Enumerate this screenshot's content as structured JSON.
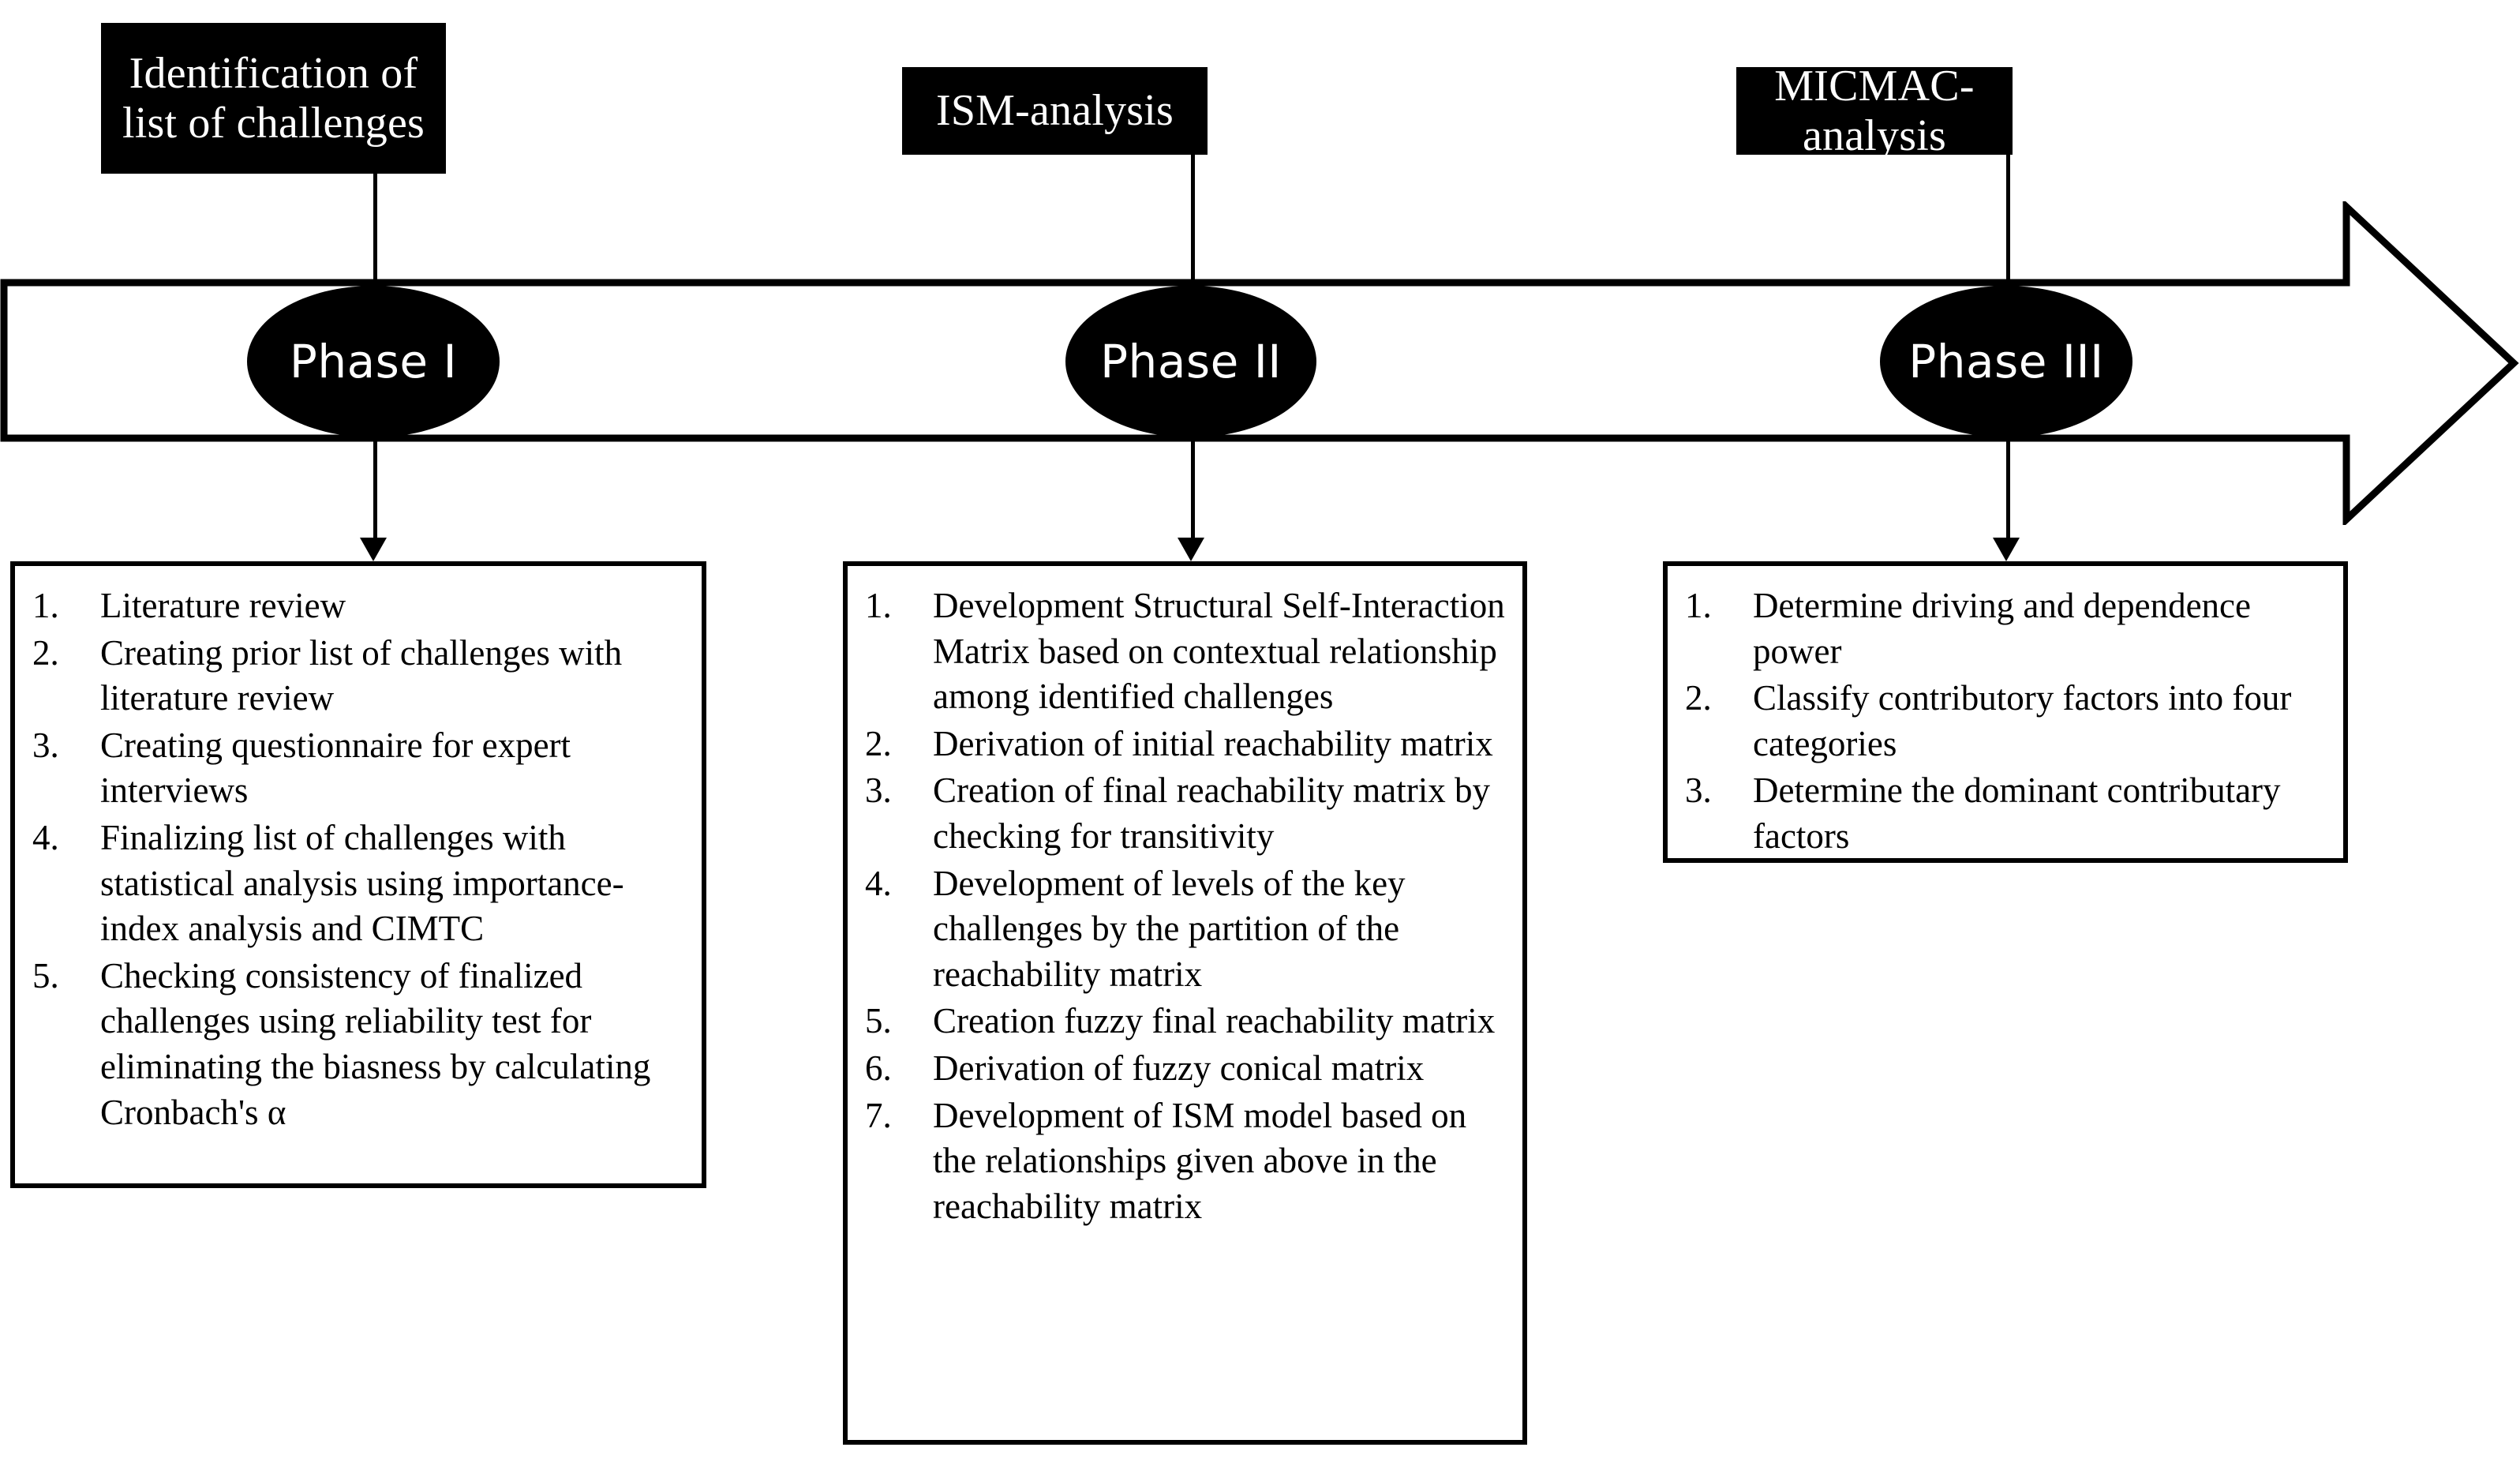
{
  "diagram": {
    "title": "Research methodology phases flowchart",
    "colors": {
      "fill": "#000000",
      "text_on_fill": "#ffffff",
      "stroke": "#000000",
      "background": "#ffffff"
    },
    "headers": [
      {
        "label": "Identification of list of challenges"
      },
      {
        "label": "ISM-analysis"
      },
      {
        "label": "MICMAC-analysis"
      }
    ],
    "phases": [
      {
        "label": "Phase I"
      },
      {
        "label": "Phase II"
      },
      {
        "label": "Phase III"
      }
    ],
    "steps": [
      {
        "phase": "Phase I",
        "items": [
          {
            "number": "1.",
            "text": "Literature review"
          },
          {
            "number": "2.",
            "text": "Creating prior list of challenges with literature review"
          },
          {
            "number": "3.",
            "text": "Creating questionnaire for expert interviews"
          },
          {
            "number": "4.",
            "text": "Finalizing list of challenges with statistical analysis using importance-index analysis and CIMTC"
          },
          {
            "number": "5.",
            "text": "Checking consistency of finalized challenges using reliability test for eliminating the biasness by calculating Cronbach's α"
          }
        ]
      },
      {
        "phase": "Phase II",
        "items": [
          {
            "number": "1.",
            "text": "Development Structural Self-Interaction Matrix based on contextual relationship among identified challenges"
          },
          {
            "number": "2.",
            "text": "Derivation of initial reachability matrix"
          },
          {
            "number": "3.",
            "text": "Creation of final reachability matrix by checking for transitivity"
          },
          {
            "number": "4.",
            "text": "Development of levels of the key challenges by the partition of the reachability matrix"
          },
          {
            "number": "5.",
            "text": "Creation fuzzy final reachability matrix"
          },
          {
            "number": "6.",
            "text": "Derivation of fuzzy conical matrix"
          },
          {
            "number": "7.",
            "text": "Development of ISM model based on the relationships given above in the reachability matrix"
          }
        ]
      },
      {
        "phase": "Phase III",
        "items": [
          {
            "number": "1.",
            "text": "Determine driving and dependence power"
          },
          {
            "number": "2.",
            "text": "Classify contributory factors into four categories"
          },
          {
            "number": "3.",
            "text": "Determine the dominant contributary factors"
          }
        ]
      }
    ]
  }
}
